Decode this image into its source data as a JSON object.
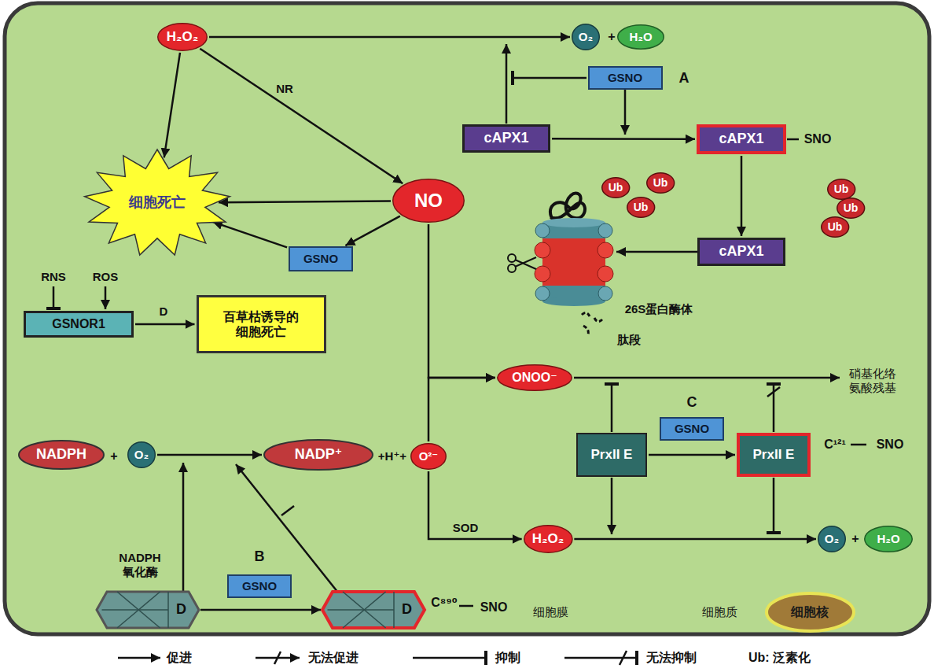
{
  "diagram": {
    "nodes": [
      {
        "text": [
          "H₂O₂"
        ]
      },
      {
        "text": [
          "O₂"
        ]
      },
      {
        "text": [
          "H₂O"
        ]
      },
      {
        "text": [
          "GSNO"
        ]
      },
      {
        "text": [
          "cAPX1"
        ]
      },
      {
        "text": [
          "cAPX1"
        ]
      },
      {
        "text": [
          "细胞死亡"
        ]
      },
      {
        "text": [
          "NO"
        ]
      },
      {
        "text": [
          "Ub"
        ]
      },
      {
        "text": [
          "Ub"
        ]
      },
      {
        "text": [
          "Ub"
        ]
      },
      {
        "text": [
          "Ub"
        ]
      },
      {
        "text": [
          "Ub"
        ]
      },
      {
        "text": [
          "Ub"
        ]
      },
      {
        "text": [
          "GSNO"
        ]
      },
      {
        "text": [
          "cAPX1"
        ]
      },
      {
        "text": [
          "GSNOR1"
        ]
      },
      {
        "text": [
          "百草枯诱导的 细胞死亡"
        ]
      },
      {
        "text": [
          "ONOO⁻"
        ]
      },
      {
        "text": [
          "GSNO"
        ]
      },
      {
        "text": [
          "PrxII E"
        ]
      },
      {
        "text": [
          "PrxII E"
        ]
      },
      {
        "text": [
          "NADPH"
        ]
      },
      {
        "text": [
          "O₂"
        ]
      },
      {
        "text": [
          "NADP⁺"
        ]
      },
      {
        "text": [
          "O²⁻"
        ]
      },
      {
        "text": [
          "H₂O₂"
        ]
      },
      {
        "text": [
          "O₂"
        ]
      },
      {
        "text": [
          "H₂O"
        ]
      },
      {
        "text": [
          "GSNO"
        ]
      },
      {
        "text": [
          "D"
        ]
      },
      {
        "text": [
          "D"
        ]
      },
      {
        "text": [
          "细胞核"
        ]
      }
    ],
    "edges": [
      {
        "from": 0,
        "to": 1,
        "arrow": "to"
      },
      {
        "from": 0,
        "to": 6,
        "arrow": "to"
      },
      {
        "from": 0,
        "to": 7,
        "label": "NR",
        "arrow": "to"
      },
      {
        "from": 7,
        "to": 6,
        "arrow": "to"
      },
      {
        "from": 7,
        "to": 14,
        "arrow": "to"
      },
      {
        "from": 14,
        "to": 6,
        "arrow": "to"
      },
      {
        "from": 4,
        "to": 5,
        "arrow": "to"
      },
      {
        "from": 5,
        "to": 15,
        "arrow": "to"
      },
      {
        "from": 16,
        "to": 17,
        "label": "D",
        "arrow": "to"
      },
      {
        "from": 7,
        "to": 18,
        "arrow": "to"
      },
      {
        "from": 25,
        "to": 18,
        "arrow": "to"
      },
      {
        "from": 20,
        "to": 21,
        "arrow": "to"
      },
      {
        "from": 23,
        "to": 24,
        "arrow": "to"
      },
      {
        "from": 25,
        "to": 26,
        "label": "SOD",
        "arrow": "to"
      },
      {
        "from": 26,
        "to": 27,
        "arrow": "to"
      },
      {
        "from": 30,
        "to": 31,
        "arrow": "to"
      }
    ],
    "labels": [
      "+",
      "A",
      "SNO",
      "26S蛋白酶体",
      "肽段",
      "RNS",
      "ROS",
      "硝基化络氨酸残基",
      "C",
      "C¹²¹",
      "SNO",
      "+",
      "+H⁺+",
      "+",
      "B",
      "NADPH 氧化酶",
      "C⁸⁹⁰",
      "SNO",
      "细胞膜",
      "细胞质"
    ],
    "legend": [
      {
        "text": "促进"
      },
      {
        "text": "无法促进"
      },
      {
        "text": "抑制"
      },
      {
        "text": "无法抑制"
      },
      {
        "text": "Ub: 泛素化"
      }
    ]
  }
}
